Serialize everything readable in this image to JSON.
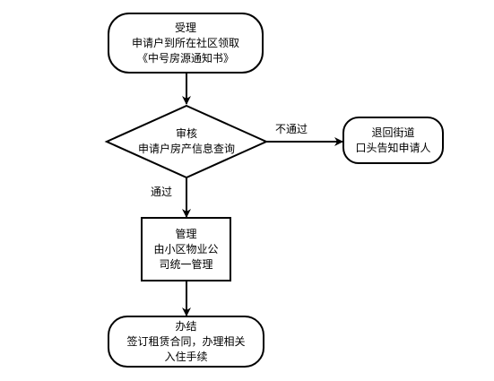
{
  "nodes": {
    "accept": {
      "lines": [
        "受理",
        "申请户到所在社区领取",
        "《中号房源通知书》"
      ]
    },
    "review": {
      "lines": [
        "审核",
        "申请户房产信息查询"
      ]
    },
    "reject": {
      "lines": [
        "退回街道",
        "口头告知申请人"
      ]
    },
    "manage": {
      "lines": [
        "管理",
        "由小区物业公",
        "司统一管理"
      ]
    },
    "handle": {
      "lines": [
        "办结",
        "签订租赁合同，办理相关",
        "入住手续"
      ]
    }
  },
  "edge_labels": {
    "fail": "不通过",
    "pass": "通过"
  }
}
